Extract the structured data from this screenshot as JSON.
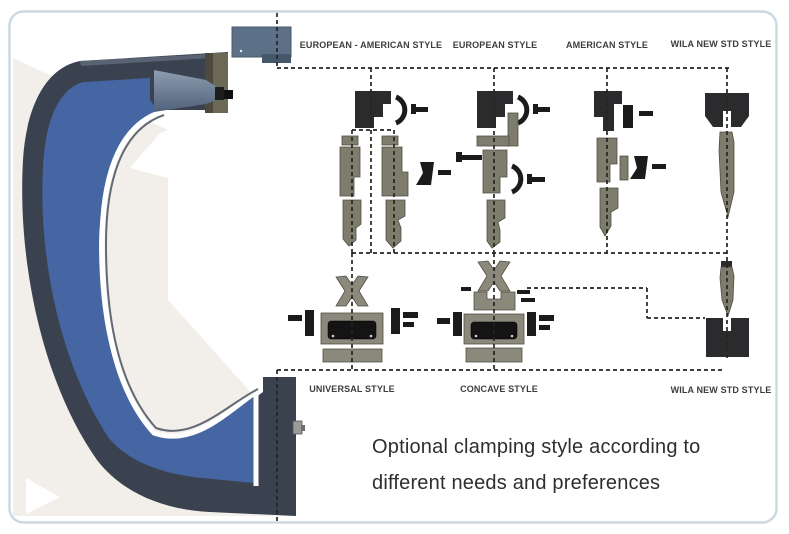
{
  "diagram": {
    "top_styles": [
      {
        "label": "EUROPEAN - AMERICAN STYLE"
      },
      {
        "label": "EUROPEAN STYLE"
      },
      {
        "label": "AMERICAN STYLE"
      },
      {
        "label": "WILA NEW STD STYLE"
      }
    ],
    "bottom_styles": [
      {
        "label": "UNIVERSAL STYLE"
      },
      {
        "label": "CONCAVE STYLE"
      },
      {
        "label": "WILA NEW STD STYLE"
      }
    ],
    "caption": {
      "line1": "Optional clamping style according to",
      "line2": "different needs and preferences"
    },
    "colors": {
      "frame_dark": "#3a4250",
      "frame_blue": "#4566a2",
      "backdrop": "#f2eeea",
      "panel_border": "#cbd9e1",
      "tool_olive": "#7e7c6d",
      "tool_dark": "#2b2b2d",
      "label_text": "#3d3d3d",
      "caption_text": "#2e2e2e"
    }
  }
}
